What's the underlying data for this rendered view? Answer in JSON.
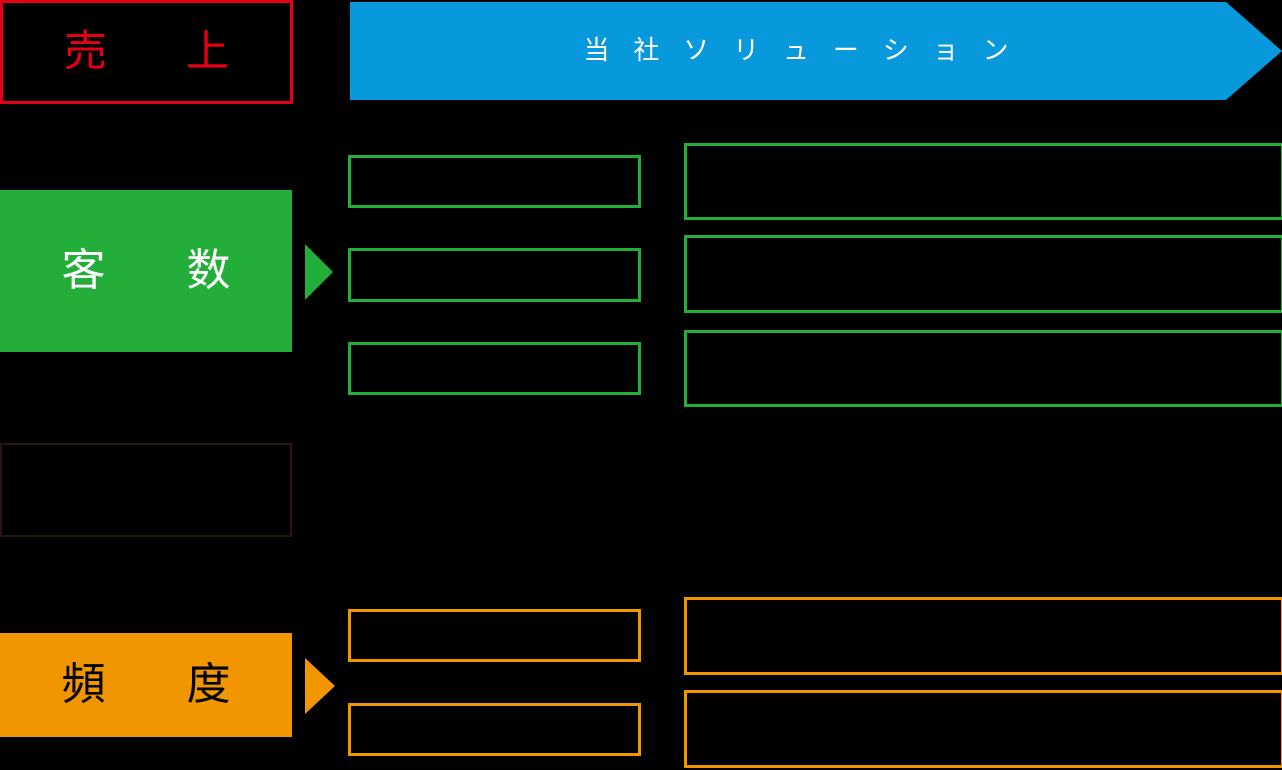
{
  "diagram": {
    "background_color": "#000000",
    "palette": {
      "sales_red": "#E60013",
      "solution_blue": "#0898DC",
      "customers_green": "#22AE39",
      "frequency_orange": "#F29600",
      "spacer_border": "#2B1512",
      "text_white": "#FFFFFF",
      "text_black": "#000000"
    },
    "header": {
      "kpi_sales_label": "売　上",
      "solution_banner_label": "当 社 ソ リ ュ ー シ ョ ン"
    },
    "drivers": [
      {
        "id": "customers",
        "label": "客　数",
        "color": "#22AE39",
        "arrow": "triangle-right-green"
      },
      {
        "id": "frequency",
        "label": "頻　度",
        "color": "#F29600",
        "arrow": "triangle-right-orange"
      }
    ],
    "spacer_block": {
      "label": "",
      "border_color": "#2B1512"
    },
    "cause_boxes": [
      {
        "id": "cause-green-1",
        "label": "",
        "color": "#22AE39"
      },
      {
        "id": "cause-green-2",
        "label": "",
        "color": "#22AE39"
      },
      {
        "id": "cause-green-3",
        "label": "",
        "color": "#22AE39"
      },
      {
        "id": "cause-orange-1",
        "label": "",
        "color": "#F29600"
      },
      {
        "id": "cause-orange-2",
        "label": "",
        "color": "#F29600"
      }
    ],
    "solution_boxes": [
      {
        "id": "solution-green-1",
        "label": "",
        "color": "#22AE39"
      },
      {
        "id": "solution-green-2",
        "label": "",
        "color": "#22AE39"
      },
      {
        "id": "solution-green-3",
        "label": "",
        "color": "#22AE39"
      },
      {
        "id": "solution-orange-1",
        "label": "",
        "color": "#F29600"
      },
      {
        "id": "solution-orange-2",
        "label": "",
        "color": "#F29600"
      }
    ]
  }
}
